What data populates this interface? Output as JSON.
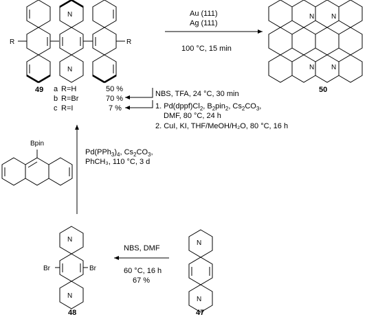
{
  "compounds": {
    "c49": "49",
    "c50": "50",
    "c48": "48",
    "c47": "47"
  },
  "substituents": {
    "R": "R",
    "Bpin": "Bpin",
    "Br": "Br"
  },
  "variants": [
    {
      "letter": "a",
      "sub": "R=H",
      "yield": "50 %"
    },
    {
      "letter": "b",
      "sub": "R=Br",
      "yield": "70 %"
    },
    {
      "letter": "c",
      "sub": "R=I",
      "yield": "7 %"
    }
  ],
  "steps": {
    "surface_cat1": "Au (111)",
    "surface_cat2": "Ag (111)",
    "surface_cond": "100 °C, 15 min",
    "nbs_tfa": "NBS, TFA, 24 °C, 30 min",
    "pd_step_1a": "1. Pd(dppf)Cl",
    "pd_step_1b": ", B",
    "pd_step_1c": "pin",
    "pd_step_1d": ", Cs",
    "pd_step_1e": "CO",
    "pd_step_1f": ",",
    "pd_step_1g": "DMF, 80 °C, 24 h",
    "cui_step": "2. CuI, KI, THF/MeOH/H₂O, 80 °C, 16 h",
    "suzuki_1a": "Pd(PPh",
    "suzuki_1b": ")",
    "suzuki_1c": ", Cs",
    "suzuki_1d": "CO",
    "suzuki_1e": ",",
    "suzuki_2": "PhCH₃, 110 °C, 3 d",
    "brom_reagent": "NBS, DMF",
    "brom_cond": "60 °C, 16 h",
    "brom_yield": "67 %"
  },
  "subscripts": {
    "two": "2",
    "three": "3",
    "four": "4"
  },
  "atoms": {
    "N": "N"
  }
}
